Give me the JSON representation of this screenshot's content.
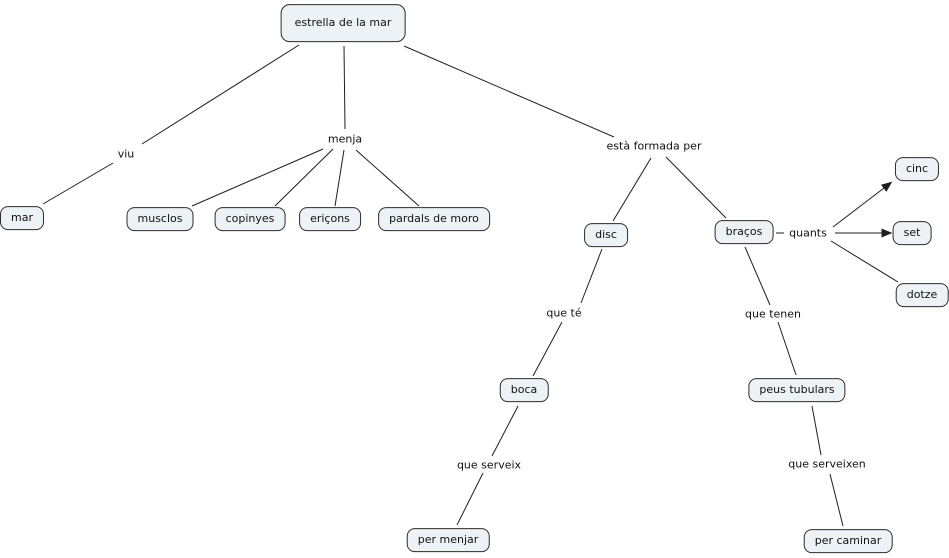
{
  "canvas": {
    "background": "#ffffff",
    "edge_color": "#1f1f1f"
  },
  "node_style": {
    "fill": "#edf2f7",
    "border": "#2b2b2b",
    "text_color": "#111111"
  },
  "nodes": {
    "estrella": {
      "label": "estrella de la mar"
    },
    "mar": {
      "label": "mar"
    },
    "musclos": {
      "label": "musclos"
    },
    "copinyes": {
      "label": "copinyes"
    },
    "ericons": {
      "label": "eriçons"
    },
    "pardals": {
      "label": "pardals de moro"
    },
    "disc": {
      "label": "disc"
    },
    "bracos": {
      "label": "braços"
    },
    "cinc": {
      "label": "cinc"
    },
    "set": {
      "label": "set"
    },
    "dotze": {
      "label": "dotze"
    },
    "boca": {
      "label": "boca"
    },
    "peus_tubulars": {
      "label": "peus tubulars"
    },
    "per_menjar": {
      "label": "per menjar"
    },
    "per_caminar": {
      "label": "per caminar"
    }
  },
  "linking_phrases": {
    "viu": {
      "label": "viu"
    },
    "menja": {
      "label": "menja"
    },
    "esta_formada_per": {
      "label": "està formada per"
    },
    "quants": {
      "label": "quants"
    },
    "que_te": {
      "label": "que té"
    },
    "que_tenen": {
      "label": "que tenen"
    },
    "que_serveix": {
      "label": "que serveix"
    },
    "que_serveixen": {
      "label": "que serveixen"
    }
  }
}
